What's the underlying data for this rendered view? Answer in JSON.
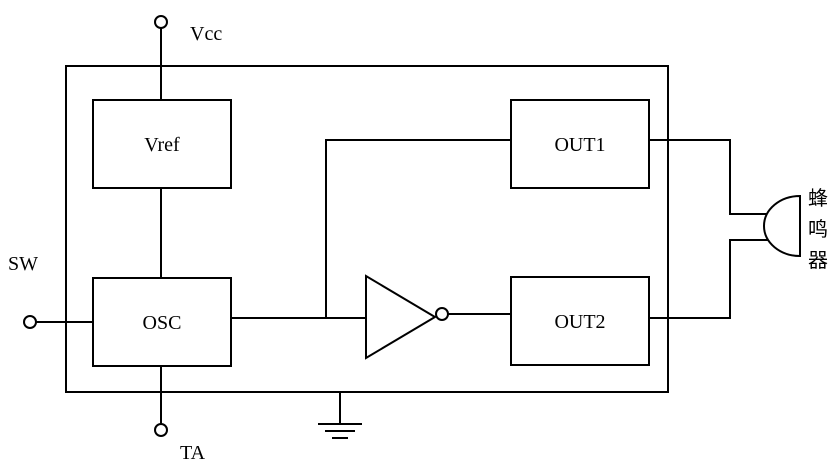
{
  "labels": {
    "vcc": "Vcc",
    "sw": "SW",
    "ta": "TA",
    "vref": "Vref",
    "osc": "OSC",
    "out1": "OUT1",
    "out2": "OUT2",
    "buzzer": [
      "蜂",
      "鸣",
      "器"
    ]
  }
}
